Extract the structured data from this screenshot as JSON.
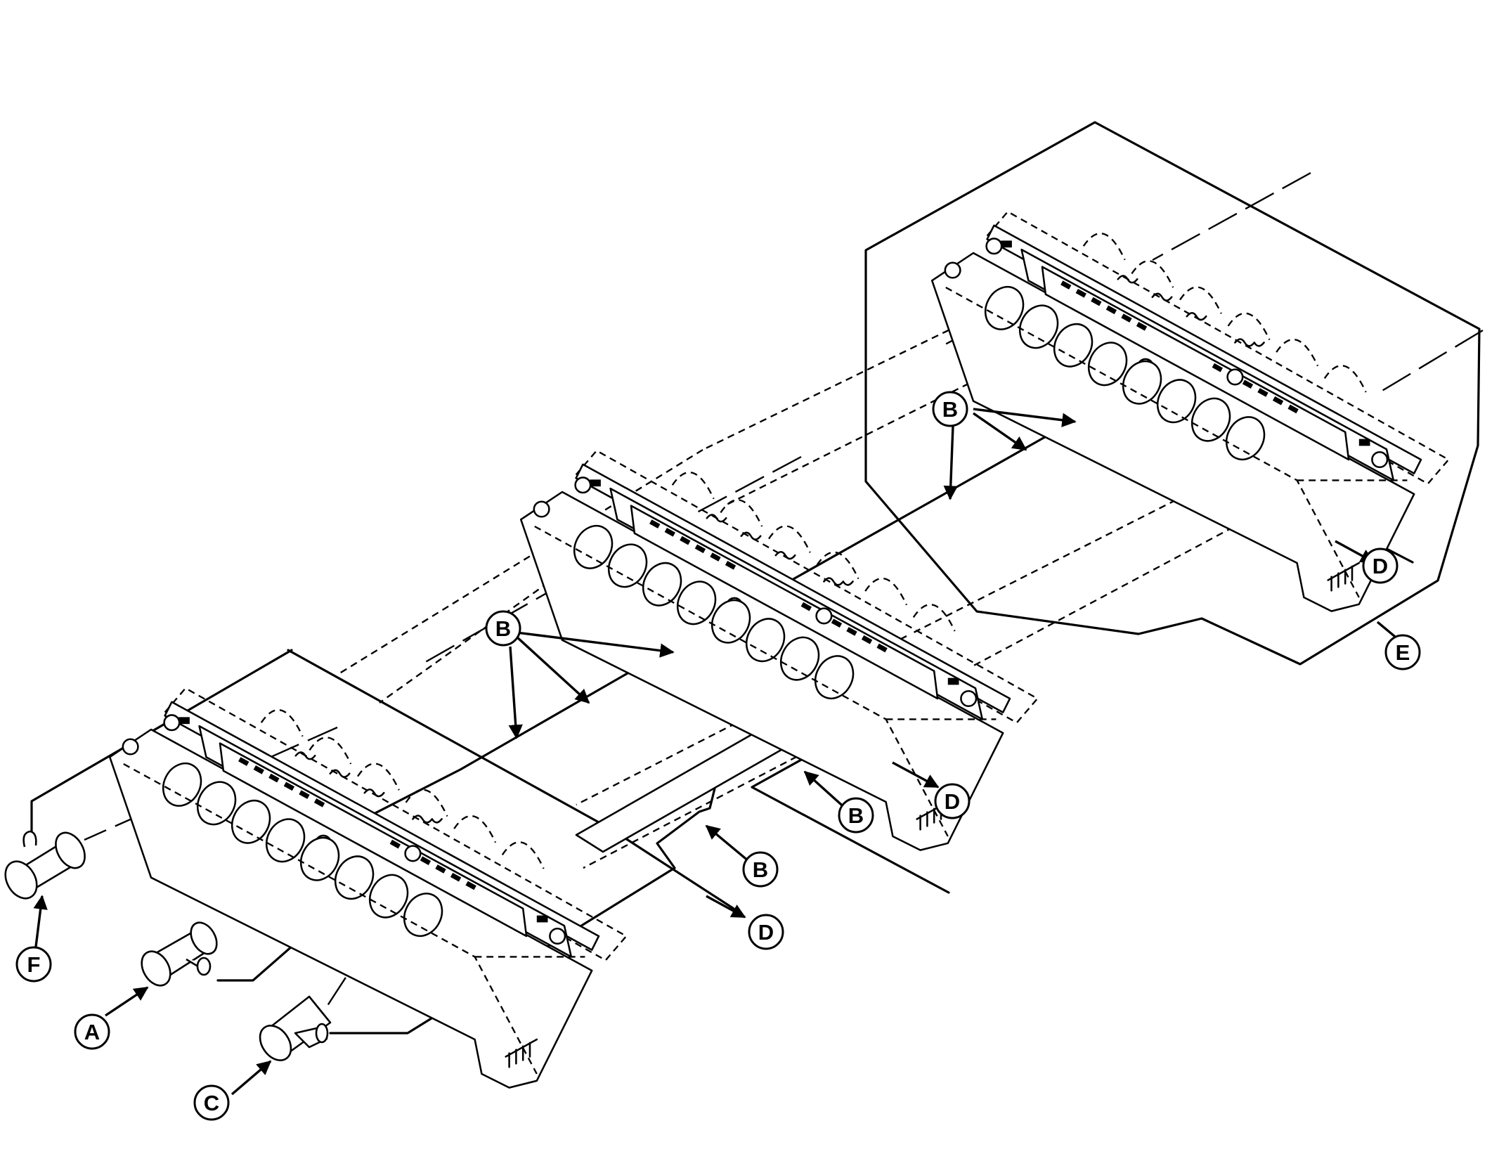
{
  "callouts": {
    "a": "A",
    "b": "B",
    "c": "C",
    "d": "D",
    "e": "E",
    "f": "F"
  },
  "colors": {
    "line": "#000000",
    "background": "#ffffff"
  }
}
